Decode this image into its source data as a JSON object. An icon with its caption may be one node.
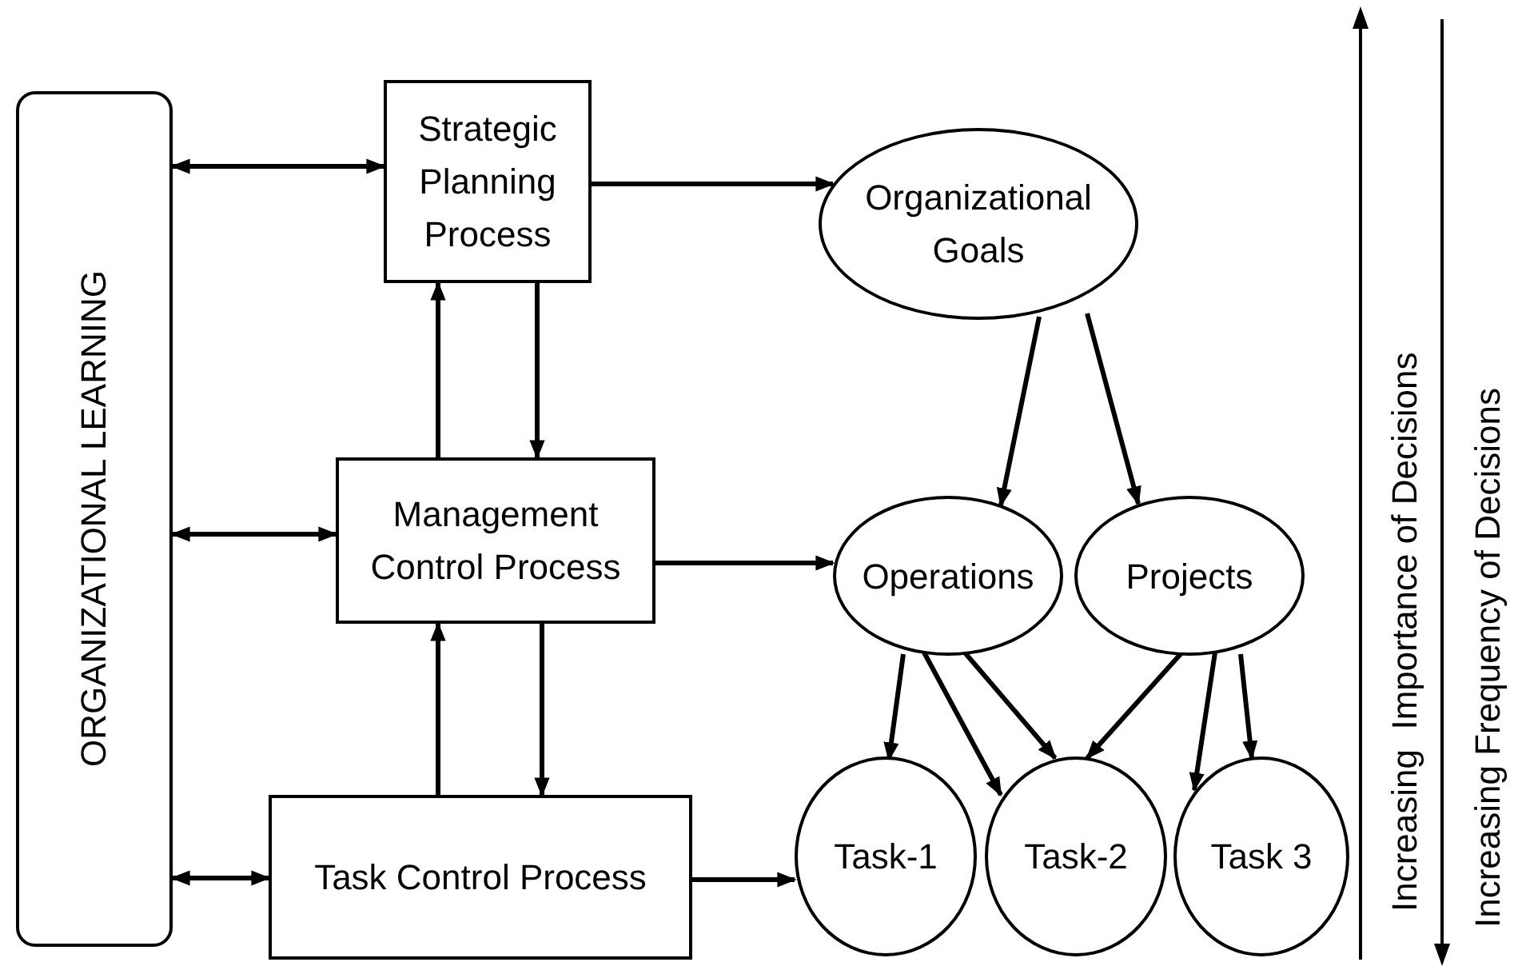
{
  "diagram": {
    "nodes": [
      {
        "text": [
          "ORGANIZATIONAL LEARNING"
        ]
      },
      {
        "text": [
          "Strategic Planning Process"
        ]
      },
      {
        "text": [
          "Management Control Process"
        ]
      },
      {
        "text": [
          "Task Control Process"
        ]
      },
      {
        "text": [
          "Organizational Goals"
        ]
      },
      {
        "text": [
          "Operations"
        ]
      },
      {
        "text": [
          "Projects"
        ]
      },
      {
        "text": [
          "Task-1"
        ]
      },
      {
        "text": [
          "Task-2"
        ]
      },
      {
        "text": [
          "Task 3"
        ]
      }
    ],
    "edges": [
      {
        "from": 0,
        "to": 1,
        "arrow": "both"
      },
      {
        "from": 0,
        "to": 2,
        "arrow": "both"
      },
      {
        "from": 0,
        "to": 3,
        "arrow": "both"
      },
      {
        "from": 2,
        "to": 1,
        "arrow": "to"
      },
      {
        "from": 1,
        "to": 2,
        "arrow": "to"
      },
      {
        "from": 3,
        "to": 2,
        "arrow": "to"
      },
      {
        "from": 2,
        "to": 3,
        "arrow": "to"
      },
      {
        "from": 1,
        "to": 4,
        "arrow": "to"
      },
      {
        "from": 2,
        "to": 5,
        "arrow": "to"
      },
      {
        "from": 3,
        "to": 7,
        "arrow": "to"
      },
      {
        "from": 4,
        "to": 5,
        "arrow": "to"
      },
      {
        "from": 4,
        "to": 6,
        "arrow": "to"
      },
      {
        "from": 5,
        "to": 7,
        "arrow": "to"
      },
      {
        "from": 5,
        "to": 8,
        "arrow": "to"
      },
      {
        "from": 5,
        "to": 8,
        "arrow": "to"
      },
      {
        "from": 6,
        "to": 8,
        "arrow": "to"
      },
      {
        "from": 6,
        "to": 9,
        "arrow": "to"
      },
      {
        "from": 6,
        "to": 9,
        "arrow": "to"
      }
    ],
    "labels": [
      "Increasing  Importance of Decisions",
      "Increasing Frequency of Decisions"
    ]
  }
}
